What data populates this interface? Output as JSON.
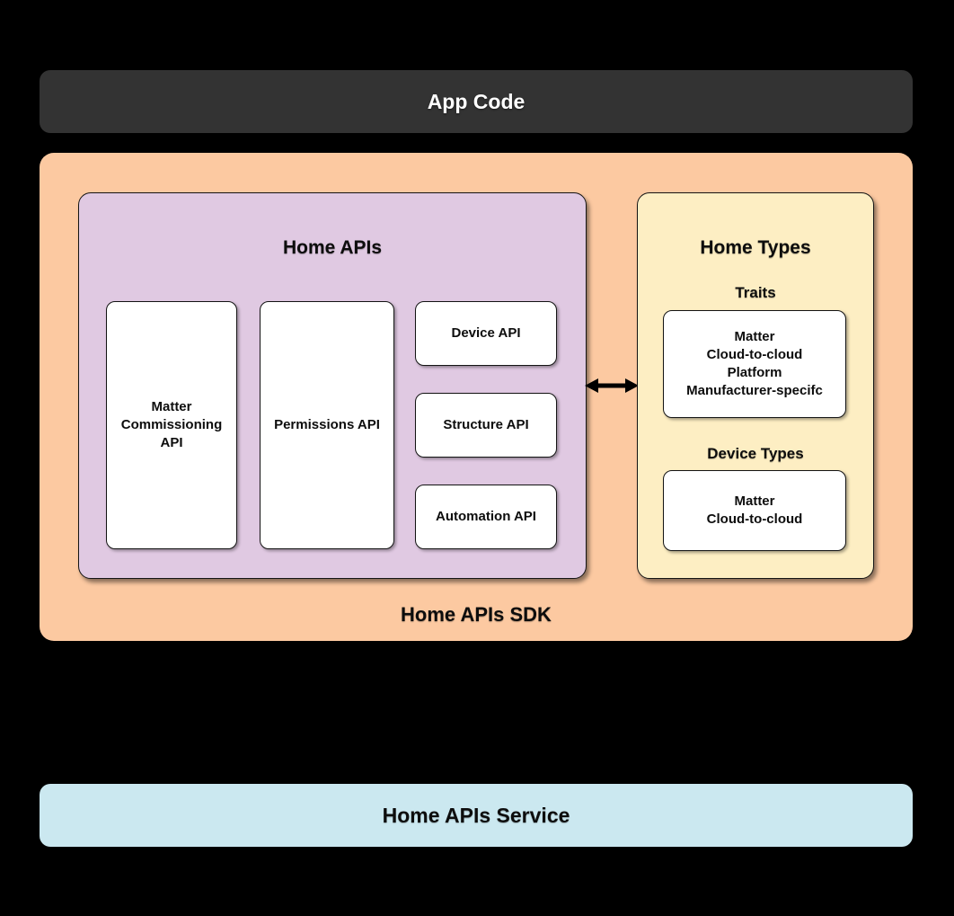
{
  "app_code": {
    "label": "App Code"
  },
  "sdk": {
    "label": "Home APIs SDK",
    "home_apis": {
      "title": "Home APIs",
      "matter_commissioning_api": "Matter Commissioning API",
      "permissions_api": "Permissions API",
      "device_api": "Device API",
      "structure_api": "Structure API",
      "automation_api": "Automation API"
    },
    "home_types": {
      "title": "Home Types",
      "traits": {
        "heading": "Traits",
        "items": [
          "Matter",
          "Cloud-to-cloud",
          "Platform",
          "Manufacturer-specifc"
        ]
      },
      "device_types": {
        "heading": "Device Types",
        "items": [
          "Matter",
          "Cloud-to-cloud"
        ]
      }
    }
  },
  "service": {
    "label": "Home APIs Service"
  },
  "colors": {
    "background": "#000000",
    "app_code_bar": "#333333",
    "sdk_fill": "#FCC9A1",
    "home_apis_fill": "#E0C9E2",
    "home_types_fill": "#FDEEC3",
    "service_bar": "#CBE8F0",
    "card_fill": "#FFFFFF",
    "outline": "#141414",
    "arrow": "#000000"
  }
}
